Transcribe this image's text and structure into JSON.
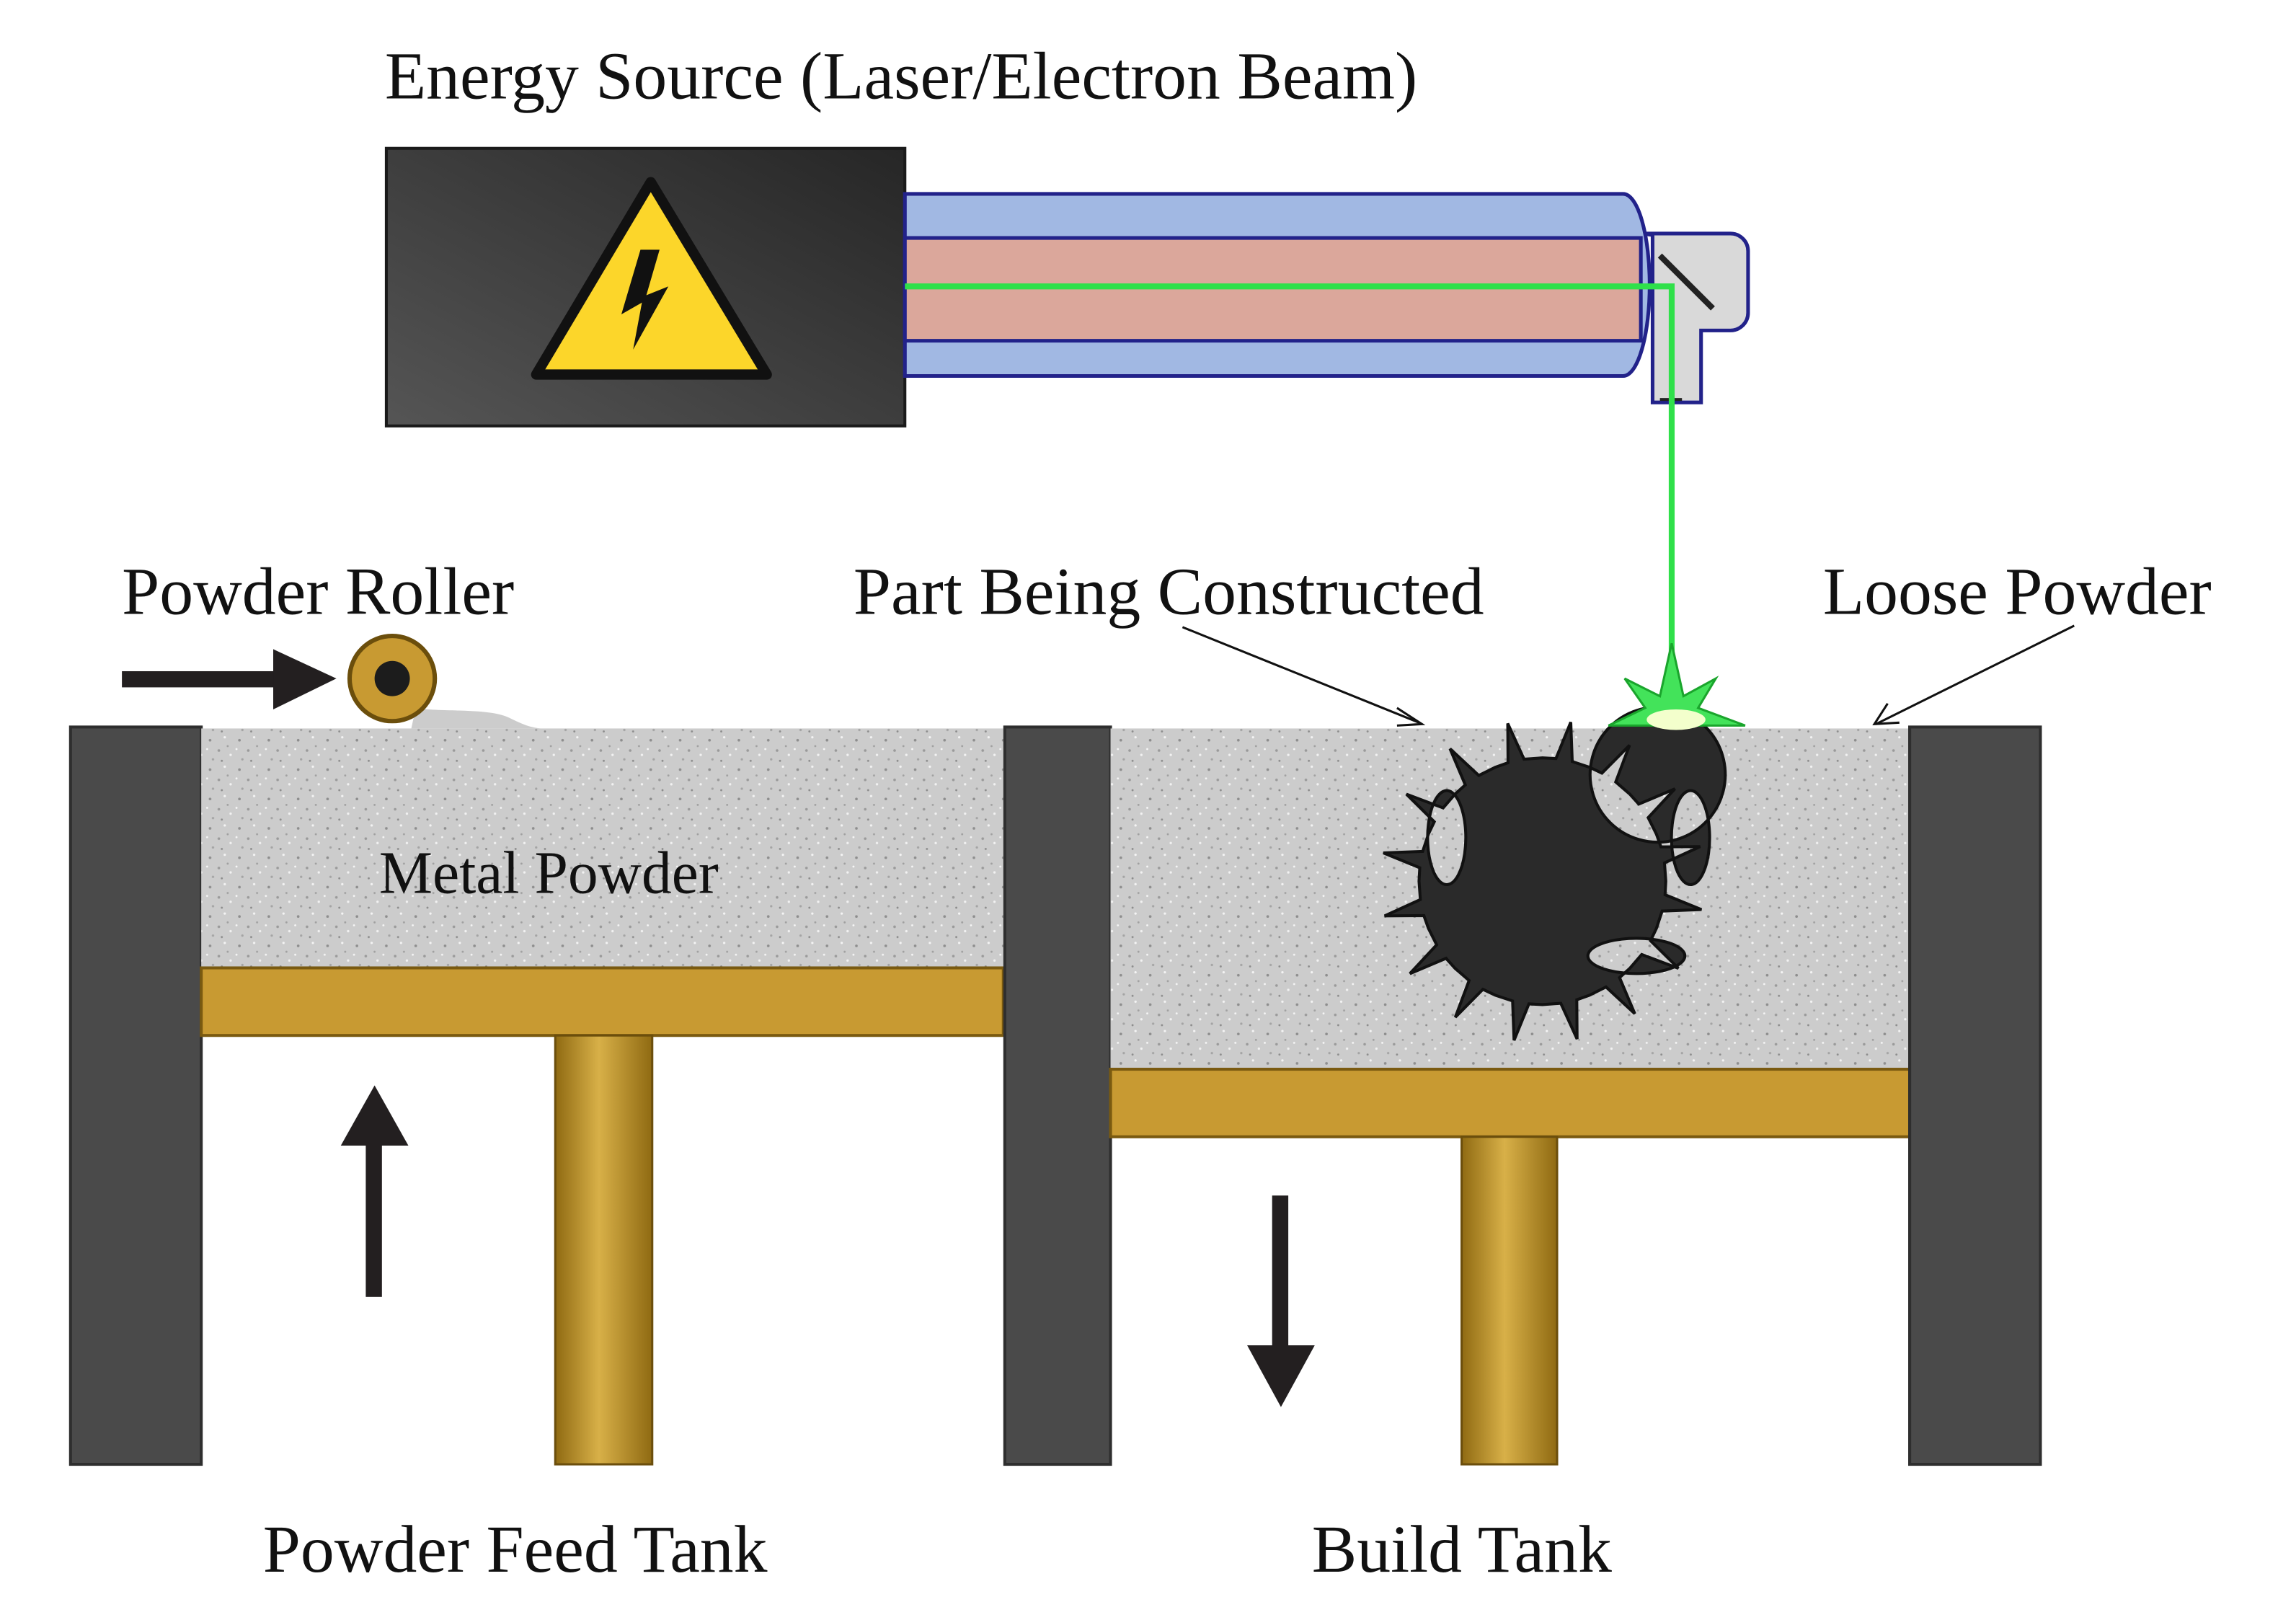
{
  "labels": {
    "energy_source": "Energy Source (Laser/Electron Beam)",
    "powder_roller": "Powder Roller",
    "part_being_constructed": "Part Being Constructed",
    "loose_powder": "Loose Powder",
    "metal_powder": "Metal Powder",
    "powder_feed_tank": "Powder Feed Tank",
    "build_tank": "Build Tank"
  },
  "icons": {
    "warning": "high-voltage-warning-icon",
    "arrow_right": "arrow-right-icon",
    "arrow_up": "arrow-up-icon",
    "arrow_down": "arrow-down-icon",
    "gear": "gear-part"
  },
  "colors": {
    "wall": "#4a4a4a",
    "powder": "#cccccc",
    "platform": "#c89a32",
    "beam": "#2fe04a",
    "tube_outer": "#a1b8e3",
    "tube_inner": "#dba79b",
    "tube_outline": "#22228a",
    "source_box": "#3c3c3c",
    "warning_yellow": "#fcd62a",
    "part": "#2a2a2a"
  }
}
